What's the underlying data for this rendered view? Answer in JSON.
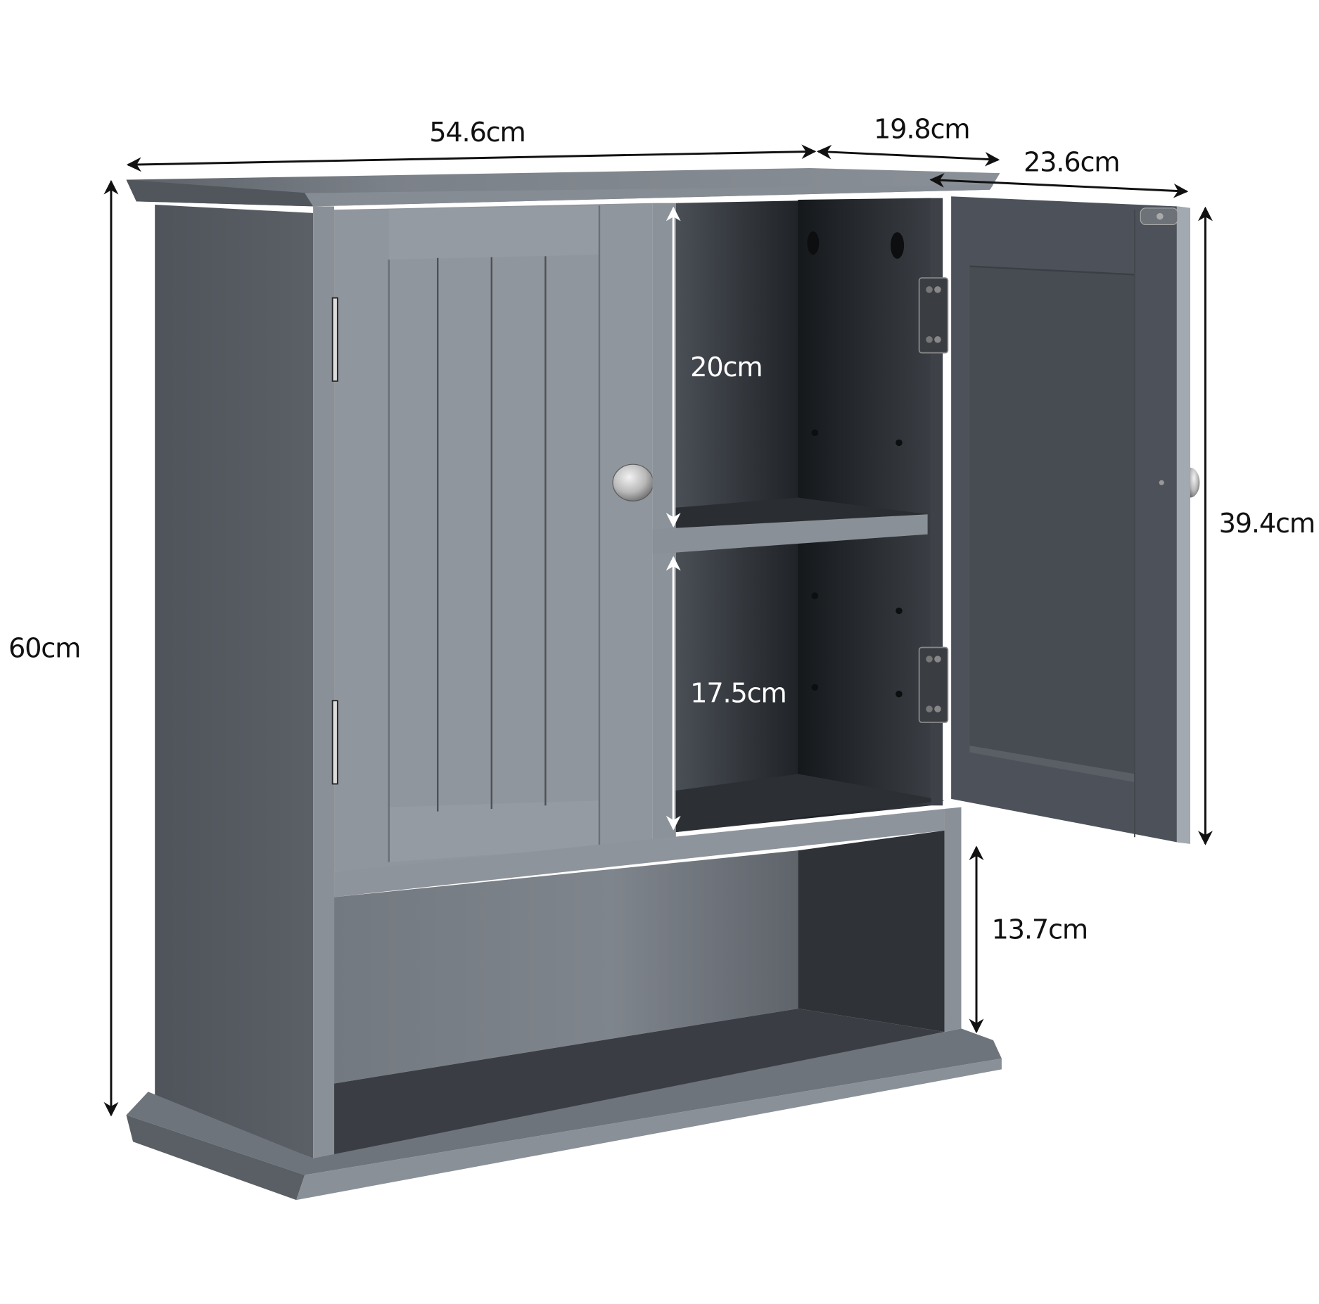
{
  "product": {
    "name": "Wall-mounted bathroom cabinet",
    "color": "grey",
    "features": [
      "left door with vertical beadboard panels",
      "center open shelving with adjustable shelf",
      "right shaker-style door shown open",
      "bottom open shelf"
    ]
  },
  "dimensions": {
    "width": "54.6cm",
    "side_depth": "19.8cm",
    "door_width": "23.6cm",
    "total_height": "60cm",
    "upper_compartment_height": "20cm",
    "lower_compartment_height": "17.5cm",
    "door_height": "39.4cm",
    "bottom_shelf_height": "13.7cm"
  },
  "colors": {
    "background": "#ffffff",
    "cabinet_front": "#8e949b",
    "cabinet_side": "#555a61",
    "cabinet_top": "#7d838a",
    "interior_dark": "#2c3035",
    "door_inner": "#4d525a",
    "dimension_line_dark": "#111111",
    "dimension_line_light": "#ffffff",
    "knob": "#c9c9c9"
  }
}
